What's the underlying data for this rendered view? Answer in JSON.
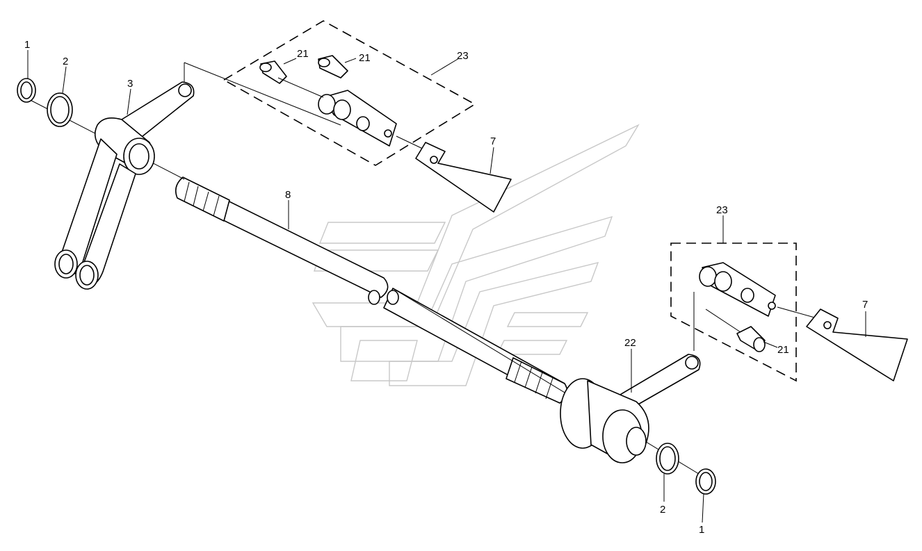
{
  "callouts": {
    "c1_left": "1",
    "c2_left": "2",
    "c3": "3",
    "c21_a": "21",
    "c21_b": "21",
    "c23_top": "23",
    "c7_top": "7",
    "c8": "8",
    "c23_right": "23",
    "c7_right": "7",
    "c22": "22",
    "c21_right": "21",
    "c2_right": "2",
    "c1_right": "1"
  },
  "colors": {
    "line": "#000000",
    "watermark": "#c8c8c8",
    "background": "#ffffff"
  }
}
